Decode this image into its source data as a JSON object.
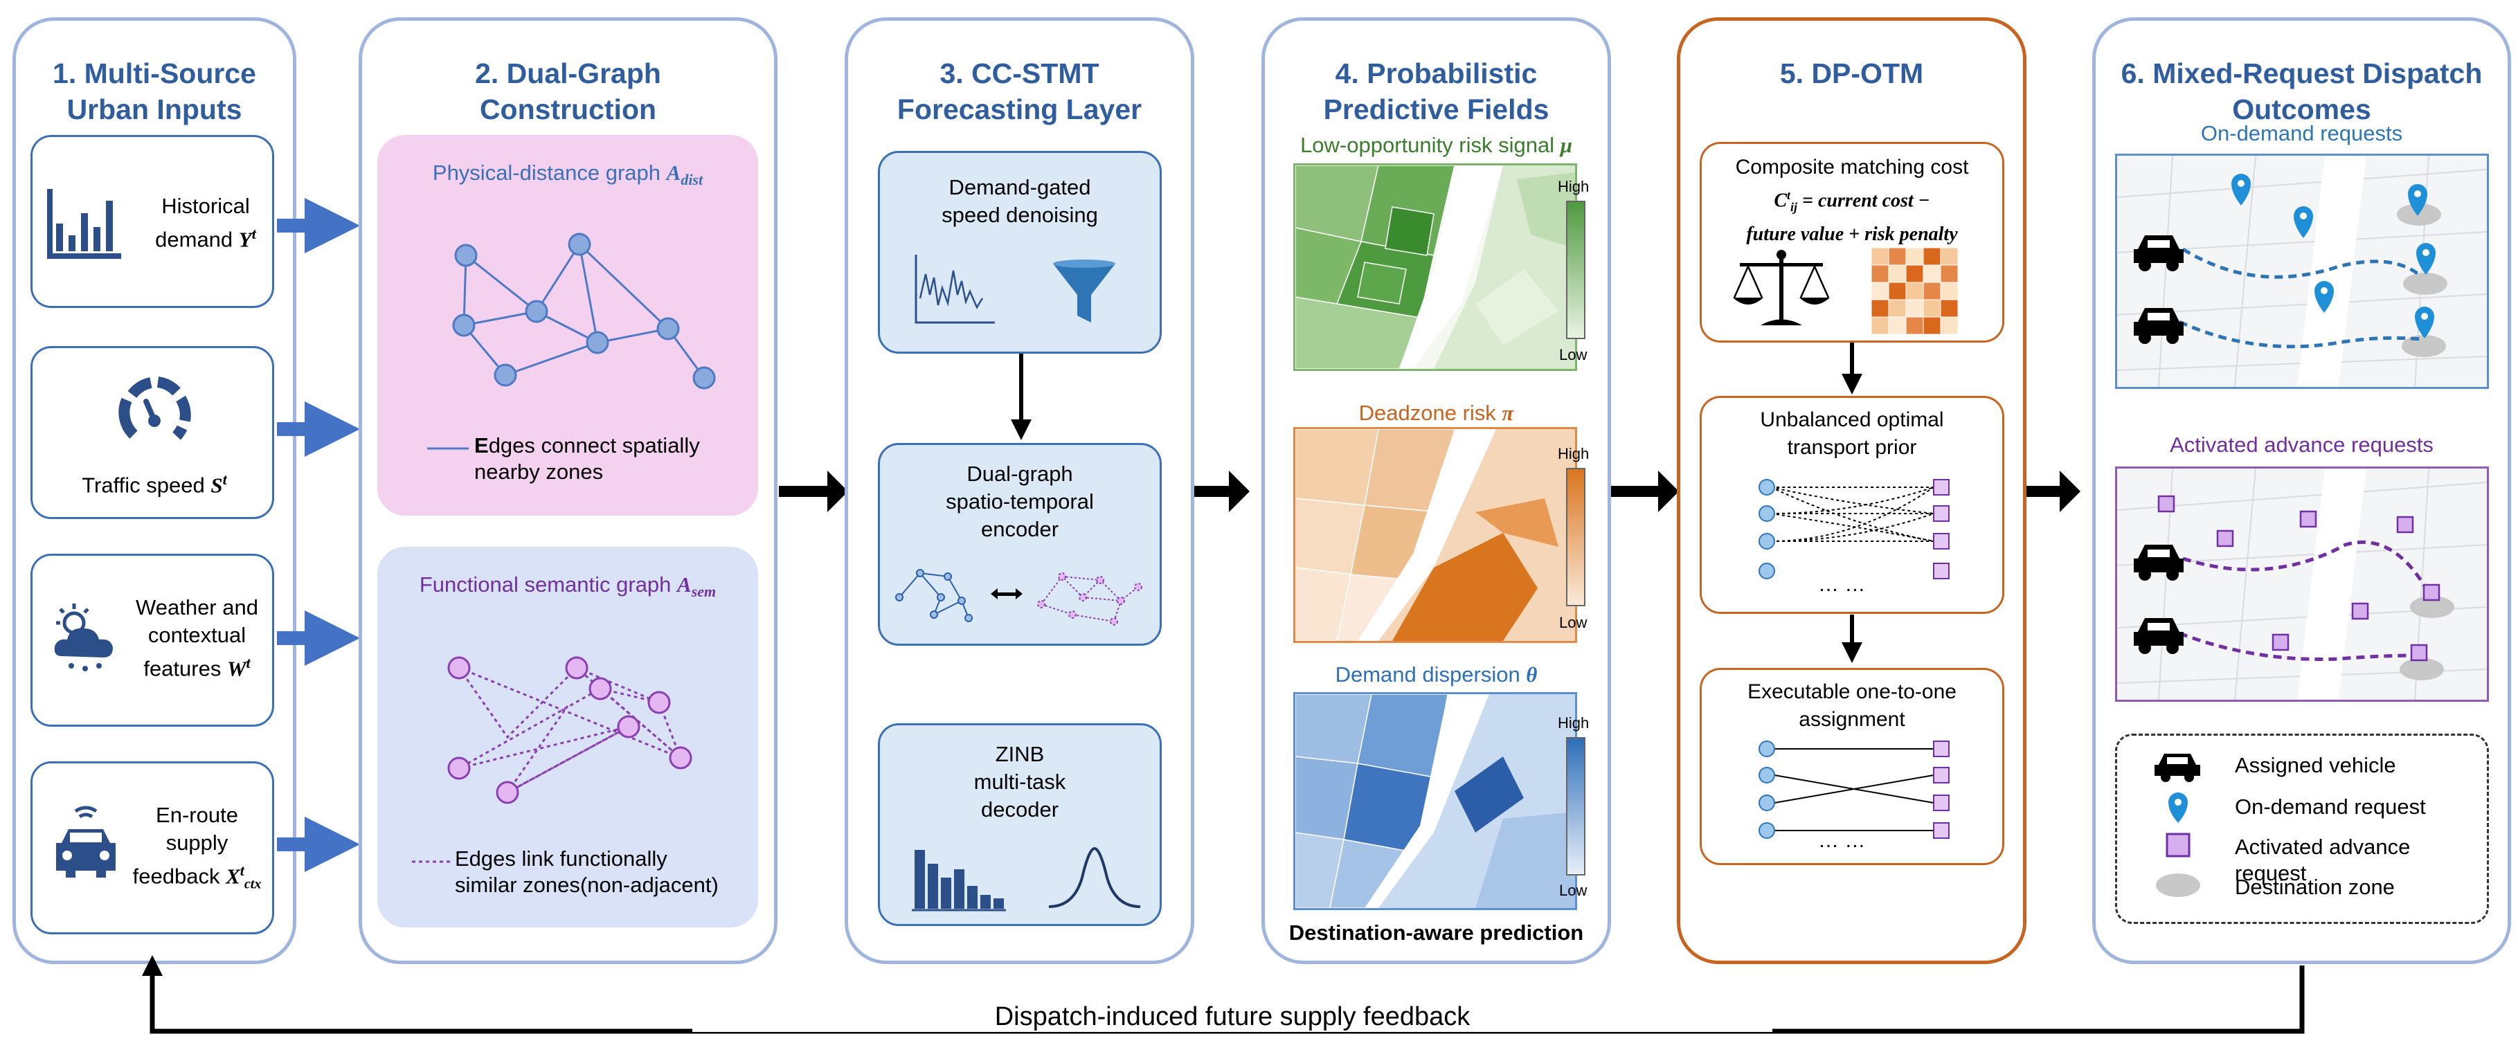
{
  "panels": [
    {
      "number": "1.",
      "title_line1": "Multi-Source",
      "title_line2": "Urban Inputs"
    },
    {
      "number": "2.",
      "title_line1": "Dual-Graph",
      "title_line2": "Construction"
    },
    {
      "number": "3.",
      "title_line1": "CC-STMT",
      "title_line2": "Forecasting Layer"
    },
    {
      "number": "4.",
      "title_line1": "Probabilistic",
      "title_line2": "Predictive Fields"
    },
    {
      "number": "5.",
      "title_line1": "DP-OTM",
      "title_line2": ""
    },
    {
      "number": "6.",
      "title_line1": "Mixed-Request Dispatch",
      "title_line2": "Outcomes"
    }
  ],
  "inputs": {
    "historical": {
      "line1": "Historical",
      "line2": "demand",
      "symbol": "Y",
      "sup": "t",
      "icon": "bar-chart-icon"
    },
    "traffic": {
      "line1": "Traffic speed",
      "symbol": "S",
      "sup": "t",
      "icon": "speedometer-icon"
    },
    "weather": {
      "line1": "Weather and",
      "line2": "contextual",
      "line3": "features",
      "symbol": "W",
      "sup": "t",
      "icon": "weather-icon"
    },
    "enroute": {
      "line1": "En-route",
      "line2": "supply",
      "line3": "feedback",
      "symbol": "X",
      "sup": "t",
      "sub": "ctx",
      "icon": "car-icon"
    }
  },
  "graphs": {
    "physical": {
      "title": "Physical-distance graph ",
      "symbol": "A",
      "sub": "dist",
      "note_bold": "E",
      "note_line1": "dges connect spatially",
      "note_line2": "nearby zones",
      "bg": "#f4d2ef"
    },
    "semantic": {
      "title": "Functional semantic graph ",
      "symbol": "A",
      "sub": "sem",
      "note_line1": "Edges link functionally",
      "note_line2": "similar zones(non-adjacent)",
      "bg": "#d9e2f6"
    }
  },
  "forecasting": {
    "denoise": {
      "line1": "Demand-gated",
      "line2": "speed denoising"
    },
    "encoder": {
      "line1": "Dual-graph",
      "line2": "spatio-temporal",
      "line3": "encoder"
    },
    "decoder": {
      "line1": "ZINB",
      "line2": "multi-task",
      "line3": "decoder"
    }
  },
  "fields": {
    "low_opp": {
      "title": "Low-opportunity risk signal ",
      "symbol": "μ",
      "high": "High",
      "low": "Low",
      "color": "#4f9a3f"
    },
    "deadzone": {
      "title": "Deadzone risk ",
      "symbol": "π",
      "high": "High",
      "low": "Low",
      "color": "#d9751f"
    },
    "dispersion": {
      "title": "Demand dispersion ",
      "symbol": "θ",
      "high": "High",
      "low": "Low",
      "color": "#2f6fb8"
    },
    "caption": "Destination-aware prediction"
  },
  "dpotm": {
    "cost_title": "Composite matching cost",
    "cost_formula_lhs": "C",
    "cost_formula_rhs1": " = current cost −",
    "cost_formula_rhs2": "future value + risk penalty",
    "uot_line1": "Unbalanced optimal",
    "uot_line2": "transport prior",
    "assign_line1": "Executable one-to-one",
    "assign_line2": "assignment",
    "dots": "… …"
  },
  "outcomes": {
    "on_demand_label": "On-demand requests",
    "advance_label": "Activated advance requests",
    "legend": [
      {
        "icon": "car-icon",
        "label": "Assigned vehicle"
      },
      {
        "icon": "location-pin-icon",
        "label": "On-demand request"
      },
      {
        "icon": "purple-square-icon",
        "label": "Activated advance request"
      },
      {
        "icon": "gray-ellipse-icon",
        "label": "Destination zone"
      }
    ]
  },
  "feedback_label": "Dispatch-induced future supply feedback",
  "colors": {
    "panel_border": "#9fb5de",
    "title": "#2f5d9e",
    "orange": "#c7641f",
    "arrow_blue": "#4472c4",
    "purple": "#7030a0"
  }
}
